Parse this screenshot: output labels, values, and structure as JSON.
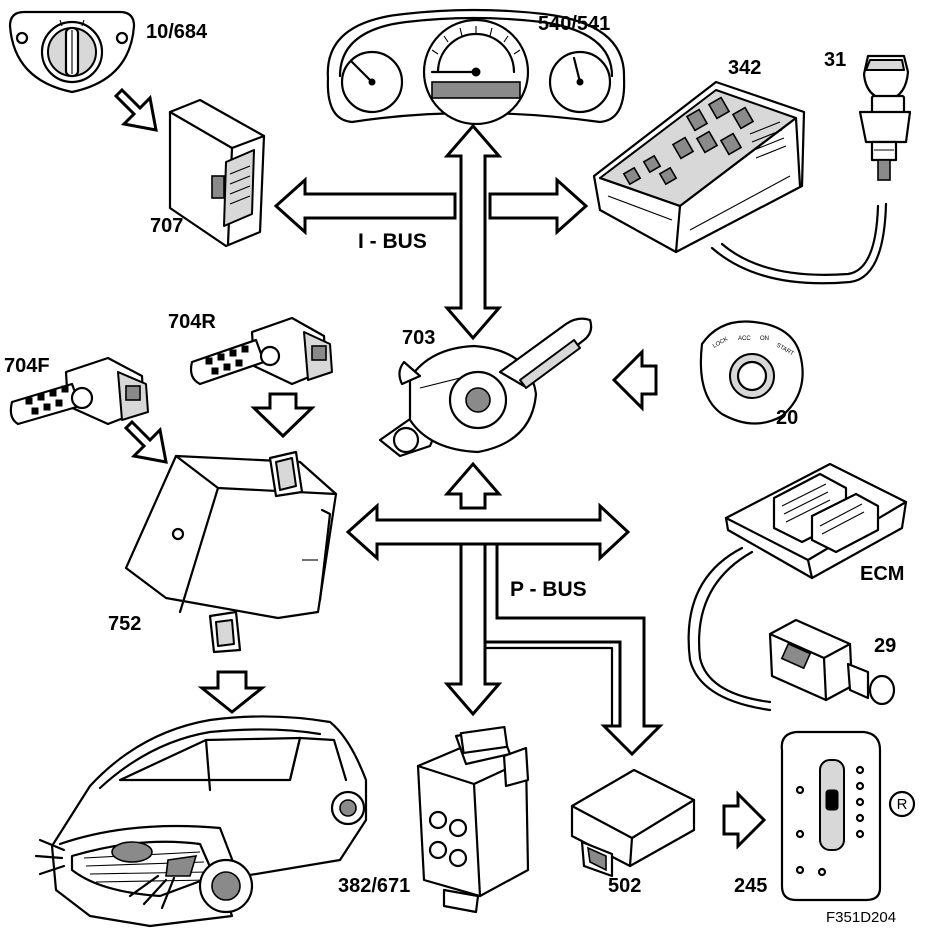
{
  "figure_ref": "F351D204",
  "buses": {
    "i_bus": "I - BUS",
    "p_bus": "P - BUS"
  },
  "components": {
    "headlight_switch": "10/684",
    "instrument_cluster": "540/541",
    "fuse_relay_box": "342",
    "sensor_31": "31",
    "module_707": "707",
    "steering_column_module": "703",
    "sensor_704r": "704R",
    "sensor_704f": "704F",
    "ignition_switch": "20",
    "ecm": "ECM",
    "module_752": "752",
    "switch_29": "29",
    "abs_unit": "382/671",
    "module_502": "502",
    "gear_selector": "245"
  },
  "gear_selector_badge": "R",
  "ignition_positions": [
    "LOCK",
    "ACC",
    "ON",
    "START"
  ]
}
